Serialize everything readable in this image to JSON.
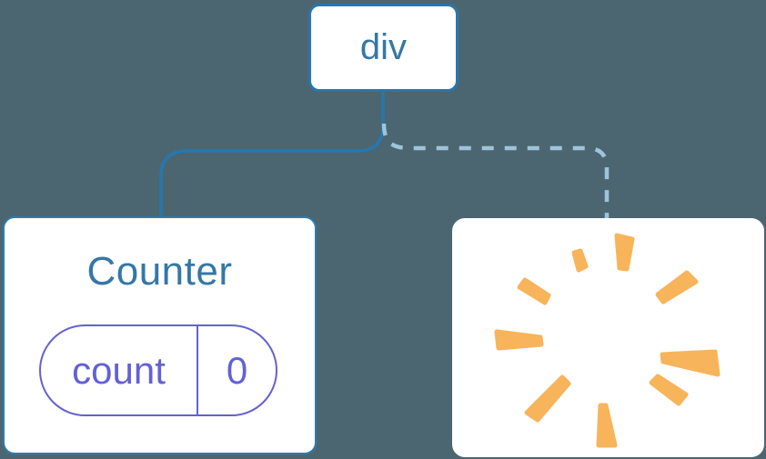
{
  "colors": {
    "bg": "#4b6670",
    "node-bg": "#ffffff",
    "line-blue": "#2777ae",
    "node-border-blue": "#2e7bad",
    "text-blue": "#3478a6",
    "dashed-blue": "#a0c3dc",
    "purple": "#6361d5",
    "burst-orange": "#f8b45a"
  },
  "tree": {
    "root": {
      "label": "div"
    },
    "counter": {
      "title": "Counter",
      "state_name": "count",
      "state_value": "0",
      "connection": "solid"
    },
    "removed": {
      "icon": "starburst-icon",
      "connection": "dashed"
    }
  }
}
